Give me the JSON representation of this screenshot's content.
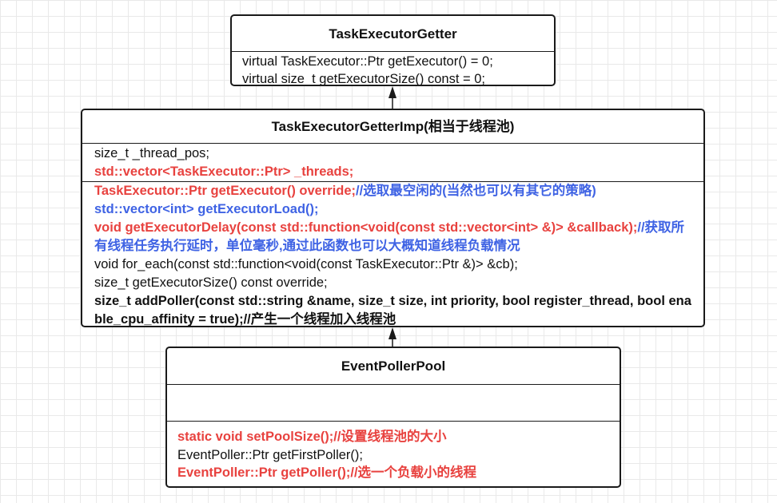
{
  "diagram": {
    "classes": [
      {
        "id": "TaskExecutorGetter",
        "title": "TaskExecutorGetter",
        "sections": [
          {
            "lines": [
              [
                {
                  "text": "virtual TaskExecutor::Ptr getExecutor() = 0;",
                  "style": "normal"
                }
              ],
              [
                {
                  "text": "virtual size_t getExecutorSize() const = 0;",
                  "style": "normal"
                }
              ]
            ]
          }
        ]
      },
      {
        "id": "TaskExecutorGetterImp",
        "title": "TaskExecutorGetterImp(相当于线程池)",
        "sections": [
          {
            "lines": [
              [
                {
                  "text": "size_t _thread_pos;",
                  "style": "normal"
                }
              ],
              [
                {
                  "text": "std::vector<TaskExecutor::Ptr> _threads;",
                  "style": "red"
                }
              ]
            ]
          },
          {
            "lines": [
              [
                {
                  "text": "TaskExecutor::Ptr getExecutor() override;",
                  "style": "red"
                },
                {
                  "text": "//选取最空闲的(当然也可以有其它的策略)",
                  "style": "blue"
                }
              ],
              [
                {
                  "text": "std::vector<int> getExecutorLoad();",
                  "style": "blue"
                }
              ],
              [
                {
                  "text": "void getExecutorDelay(const std::function<void(const std::vector<int> &)> &callback);",
                  "style": "red"
                },
                {
                  "text": "//获取所有线程任务执行延时，单位毫秒,通过此函数也可以大概知道线程负载情况",
                  "style": "blue"
                }
              ],
              [
                {
                  "text": "void for_each(const std::function<void(const TaskExecutor::Ptr &)> &cb);",
                  "style": "normal"
                }
              ],
              [
                {
                  "text": "size_t getExecutorSize() const override;",
                  "style": "normal"
                }
              ],
              [
                {
                  "text": "size_t addPoller(const std::string &name, size_t size, int priority, bool register_thread, bool enable_cpu_affinity = true);//产生一个线程加入线程池",
                  "style": "bold"
                }
              ]
            ]
          }
        ]
      },
      {
        "id": "EventPollerPool",
        "title": "EventPollerPool",
        "sections": [
          {
            "lines": []
          },
          {
            "lines": [
              [
                {
                  "text": "static void setPoolSize();//设置线程池的大小",
                  "style": "red"
                }
              ],
              [
                {
                  "text": "EventPoller::Ptr getFirstPoller();",
                  "style": "normal"
                }
              ],
              [
                {
                  "text": "EventPoller::Ptr getPoller();//选一个负载小的线程",
                  "style": "red"
                }
              ]
            ]
          }
        ]
      }
    ],
    "relations": [
      {
        "from": "TaskExecutorGetterImp",
        "to": "TaskExecutorGetter",
        "type": "inheritance"
      },
      {
        "from": "EventPollerPool",
        "to": "TaskExecutorGetterImp",
        "type": "inheritance"
      }
    ],
    "colors": {
      "red": "#e8423f",
      "blue": "#3f63e4",
      "text": "#111111",
      "border": "#1a1a1a",
      "grid": "#e9e9e9"
    }
  }
}
